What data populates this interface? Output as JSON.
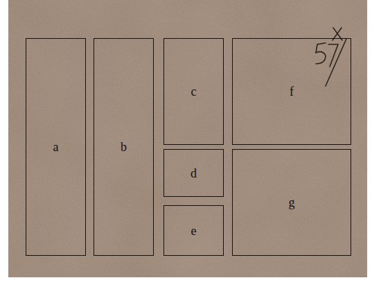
{
  "diagram": {
    "nodes": [
      {
        "text": [
          "a"
        ]
      },
      {
        "text": [
          "b"
        ]
      },
      {
        "text": [
          "c"
        ]
      },
      {
        "text": [
          "d"
        ]
      },
      {
        "text": [
          "e"
        ]
      },
      {
        "text": [
          "f"
        ]
      },
      {
        "text": [
          "g"
        ]
      }
    ]
  }
}
